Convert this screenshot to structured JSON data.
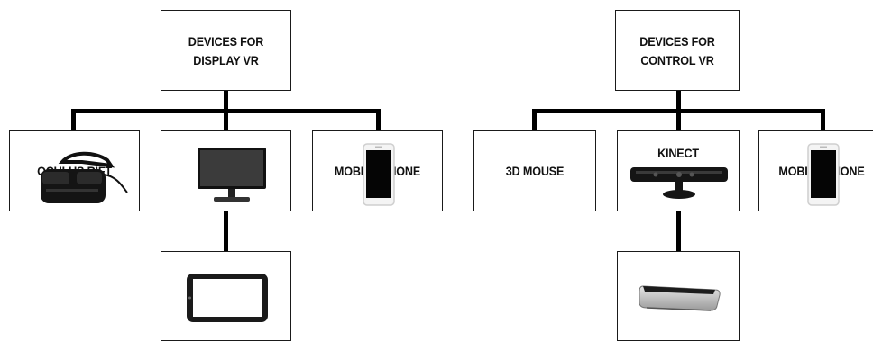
{
  "diagrams": [
    {
      "root": [
        "DEVICES FOR",
        "DISPLAY VR"
      ],
      "children": [
        "OCULUS RIFT",
        "MONITOR",
        "MOBILE PHONE"
      ],
      "grandchild_icon": "tablet-icon",
      "icons": [
        "vr-headset-icon",
        "monitor-icon",
        "smartphone-icon"
      ]
    },
    {
      "root": [
        "DEVICES FOR",
        "CONTROL VR"
      ],
      "children": [
        "3D MOUSE",
        "KINECT",
        "MOBILE PHONE"
      ],
      "grandchild_icon": "leap-motion-icon",
      "icons": [
        "",
        "kinect-sensor-icon",
        "smartphone-icon"
      ]
    }
  ],
  "colors": {
    "line": "#000000",
    "border": "#1a1a1a",
    "text": "#111111"
  }
}
